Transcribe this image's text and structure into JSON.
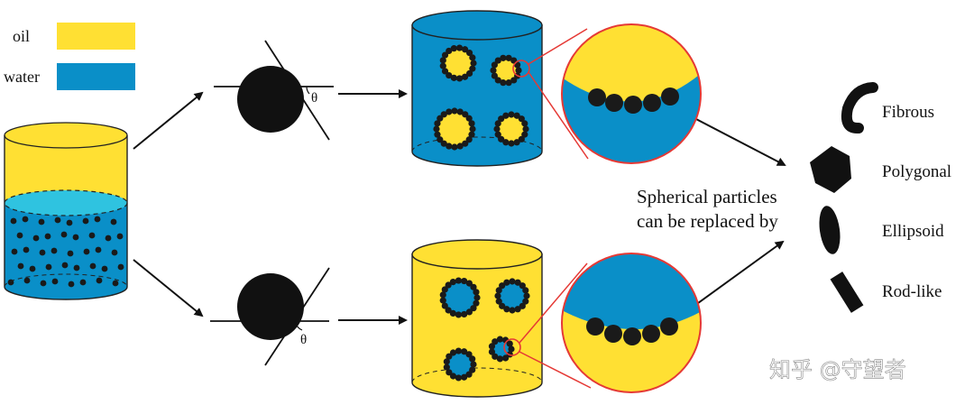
{
  "legend": {
    "items": [
      {
        "label": "oil",
        "color": "#FFE033"
      },
      {
        "label": "water",
        "color": "#0A8FC8"
      }
    ]
  },
  "angle_symbol": "θ",
  "caption": {
    "line1": "Spherical particles",
    "line2": "can be replaced by"
  },
  "shapes": [
    {
      "label": "Fibrous",
      "icon": "fiber-icon"
    },
    {
      "label": "Polygonal",
      "icon": "hexagon-icon"
    },
    {
      "label": "Ellipsoid",
      "icon": "ellipse-icon"
    },
    {
      "label": "Rod-like",
      "icon": "rod-icon"
    }
  ],
  "watermark": "知乎 @守望者",
  "colors": {
    "oil": "#FFE033",
    "water": "#0A8FC8",
    "particle": "#1a1a1a",
    "magnifier_outline": "#E53935",
    "light_water": "#2FC3E0"
  }
}
